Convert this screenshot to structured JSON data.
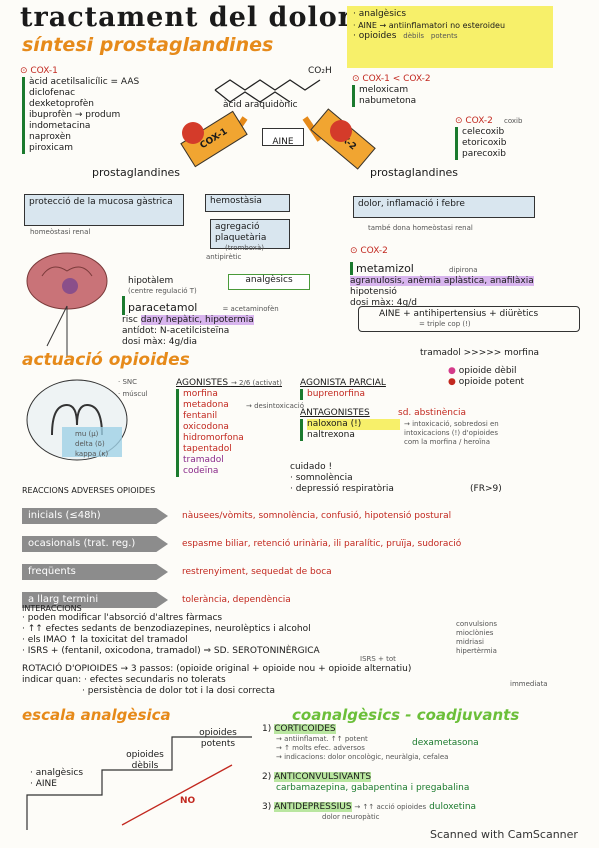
{
  "title": "tractament del dolor",
  "subtitle": "síntesi prostaglandines",
  "legend_box": {
    "items": [
      "· analgèsics",
      "· AINE → antiinflamatori no esteroideu",
      "· opioides"
    ],
    "note1": "dèbils",
    "note2": "potents"
  },
  "cox1": {
    "header": "⊙ COX-1",
    "items": [
      "àcid acetilsalicílic = AAS",
      "diclofenac",
      "dexketoprofèn",
      "ibuprofèn → produm",
      "indometacina",
      "naproxèn",
      "piroxicam"
    ]
  },
  "center": {
    "chem_label": "CO₂H",
    "acid": "àcid araquidònic",
    "aine": "AINE",
    "cox1": "COX-1",
    "cox2": "COX-2"
  },
  "cox12": {
    "header": "⊙ COX-1 < COX-2",
    "items": [
      "meloxicam",
      "nabumetona"
    ]
  },
  "cox2": {
    "header": "⊙ COX-2",
    "note": "coxib",
    "items": [
      "celecoxib",
      "etoricoxib",
      "parecoxib"
    ]
  },
  "left_pg": {
    "label": "prostaglandines",
    "box1": "protecció de la mucosa gàstrica",
    "note1": "homeòstasi renal",
    "box2": "hemostàsia",
    "box3": "agregació plaquetària",
    "note3": "(tromboxà)"
  },
  "right_pg": {
    "label": "prostaglandines",
    "box": "dolor, inflamació i febre",
    "note": "també dona homeòstasi renal"
  },
  "analgesics": {
    "box": "analgèsics",
    "note": "antipirètic",
    "hipo": "hipotàlem",
    "reg": "(centre regulació T)"
  },
  "paracetamol": {
    "name": "paracetamol",
    "risc": "risc",
    "risc_val": "dany hepàtic, hipotermia",
    "antidot": "antídot: N-acetilcisteïna",
    "dosi": "dosi màx: 4g/dia",
    "note": "= acetaminofèn"
  },
  "metamizol": {
    "header": "⊙ COX-2",
    "name": "metamizol",
    "alias": "dipirona",
    "effects": "agranulosis, anèmia aplàstica, anafilàxia",
    "hipo": "hipotensió",
    "dosi": "dosi màx: 4g/d"
  },
  "aine_combo": "AINE + antihipertensius + diürètics",
  "aine_combo_note": "= triple cop (!)",
  "tramadol_line": "tramadol >>>>> morfina",
  "actuacio": "actuació opioides",
  "receptors": {
    "snc": "· SNC",
    "musc": "· múscul",
    "mu": "mu (μ)",
    "delta": "delta (δ)",
    "kappa": "kappa (κ)"
  },
  "opioid_legend": [
    "opioide dèbil",
    "opioide potent"
  ],
  "agonistes": {
    "header": "AGONISTES",
    "note": "→ 2/6 (activat)",
    "items": [
      "morfina",
      "metadona",
      "fentanil",
      "oxicodona",
      "hidromorfona",
      "tapentadol",
      "tramadol",
      "codeïna"
    ],
    "side": "→ desintoxicació"
  },
  "agonista_parcial": {
    "header": "AGONISTA PARCIAL",
    "items": [
      "buprenorfina"
    ]
  },
  "antagonistes": {
    "header": "ANTAGONISTES",
    "items": [
      "naloxona (!)",
      "naltrexona"
    ],
    "sd": "sd. abstinència",
    "note": "→ intoxicació, sobredosi en intoxicacions (!) d'opioides com la morfina / heroïna"
  },
  "cuidado": {
    "header": "cuidado !",
    "items": [
      "· somnolència",
      "· depressió respiratòria"
    ],
    "fr": "(FR>9)"
  },
  "reaccions": {
    "header": "REACCIONS ADVERSES OPIOIDES",
    "rows": [
      {
        "label": "inicials (≤48h)",
        "value": "nàusees/vòmits, somnolència, confusió, hipotensió postural"
      },
      {
        "label": "ocasionals (trat. reg.)",
        "value": "espasme biliar, retenció urinària, ili paralític, pruïja, sudoració"
      },
      {
        "label": "freqüents",
        "value": "restrenyiment, sequedat de boca"
      },
      {
        "label": "a llarg termini",
        "value": "tolerància, dependència"
      }
    ]
  },
  "interaccions": {
    "header": "INTERACCIONS",
    "lines": [
      "· poden modificar l'absorció d'altres fàrmacs",
      "· ↑↑ efectes sedants de benzodiazepines, neurolèptics i alcohol",
      "· els IMAO ↑ la toxicitat del tramadol",
      "· ISRS + (fentanil, oxicodona, tramadol) ⇒ SD. SEROTONINÈRGICA"
    ],
    "sd_side": [
      "convulsions",
      "mioclònies",
      "midriasi",
      "hipertèrmia"
    ],
    "isrs_note": "ISRS + tot"
  },
  "rotacio": {
    "line1": "ROTACIÓ D'OPIOIDES → 3 passos: (opioide original + opioide nou + opioide alternatiu)",
    "line2": "indicar quan: · efectes secundaris no tolerats",
    "line3": "· persistència de dolor tot i la dosi correcta",
    "note": "immediata"
  },
  "escala": {
    "title": "escala analgèsica",
    "step1": [
      "· analgèsics",
      "· AINE"
    ],
    "step2": "opioides dèbils",
    "step3": "opioides potents",
    "no": "NO"
  },
  "coanalgesics": {
    "title": "coanalgèsics - coadjuvants",
    "items": [
      {
        "num": "1)",
        "name": "CORTICOIDES",
        "lines": [
          "→ antiinflamat. ↑↑ potent",
          "→ ↑ molts efec. adversos",
          "→ indicacions: dolor oncològic, neuràlgia, cefalea"
        ],
        "drug": "dexametasona"
      },
      {
        "num": "2)",
        "name": "ANTICONVULSIVANTS",
        "lines": [
          "carbamazepina, gabapentina i pregabalina"
        ],
        "drug": ""
      },
      {
        "num": "3)",
        "name": "ANTIDEPRESSIUS",
        "lines": [
          "→ ↑↑ acció opioides",
          "dolor neuropàtic"
        ],
        "drug": "duloxetina"
      }
    ]
  },
  "scanner": "Scanned with CamScanner"
}
